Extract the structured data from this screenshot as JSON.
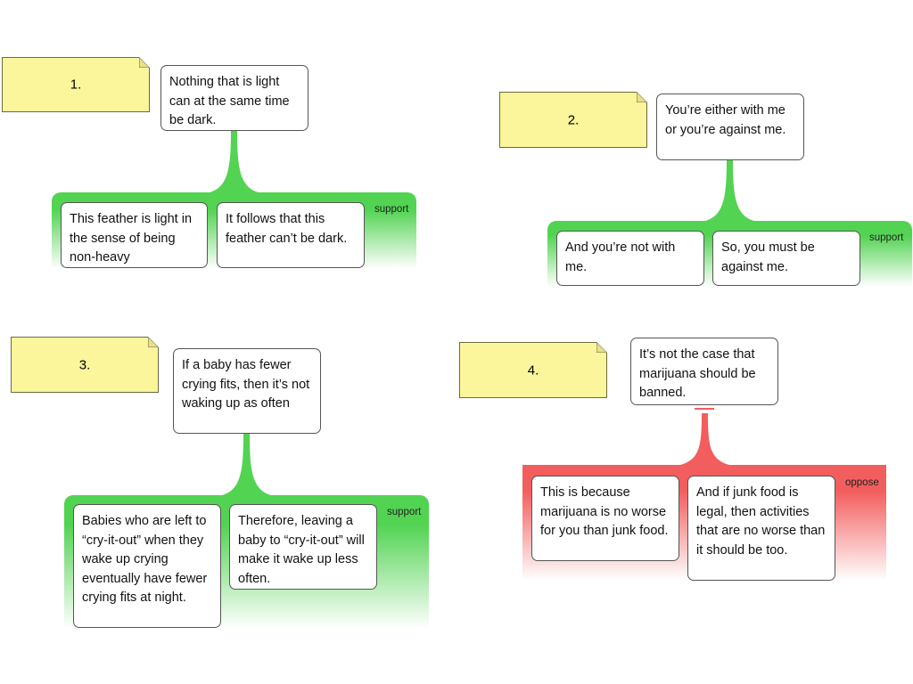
{
  "maps": [
    {
      "number": "1.",
      "claim": "Nothing that is light can at the same time be dark.",
      "relation": "support",
      "premises": [
        "This feather is light in the sense of being non-heavy",
        "It follows that this feather can’t be dark."
      ]
    },
    {
      "number": "2.",
      "claim": "You’re either with me or you’re against me.",
      "relation": "support",
      "premises": [
        "And you’re not with me.",
        "So, you must be against me."
      ]
    },
    {
      "number": "3.",
      "claim": "If a baby has fewer crying fits, then it’s not waking up as often",
      "relation": "support",
      "premises": [
        "Babies who are left to “cry-it-out” when they wake up crying eventually have fewer crying fits at night.",
        "Therefore, leaving a baby to “cry-it-out” will make it wake up less often."
      ]
    },
    {
      "number": "4.",
      "claim": "It’s not the case that marijuana should be banned.",
      "relation": "oppose",
      "premises": [
        "This is because marijuana is no worse for you than junk food.",
        "And if junk food is legal, then activities that are no worse than it should be too."
      ]
    }
  ],
  "colors": {
    "support": "#52d352",
    "oppose": "#f25d5d",
    "note": "#fbf59b"
  }
}
